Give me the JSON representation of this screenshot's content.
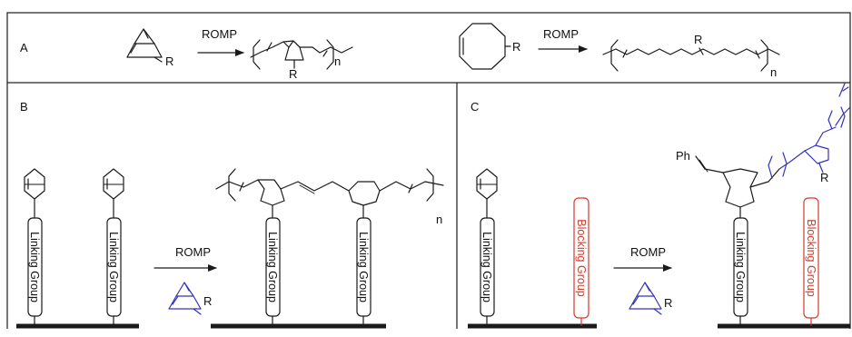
{
  "colors": {
    "black": "#1a1a1a",
    "blue": "#3333bb",
    "red": "#d23b2e"
  },
  "panel_a": {
    "label": "A",
    "arrow_1": "ROMP",
    "arrow_2": "ROMP",
    "r_monomer_1": "R",
    "r_polymer_1": "R",
    "n_polymer_1": "n",
    "r_monomer_2": "R",
    "r_polymer_2": "R",
    "n_polymer_2": "n"
  },
  "panel_b": {
    "label": "B",
    "linking_group": "Linking Group",
    "arrow": "ROMP",
    "r_monomer": "R",
    "n_polymer": "n"
  },
  "panel_c": {
    "label": "C",
    "linking_group": "Linking Group",
    "blocking_group": "Blocking Group",
    "arrow": "ROMP",
    "r_monomer": "R",
    "r_polymer": "R",
    "ph": "Ph"
  }
}
